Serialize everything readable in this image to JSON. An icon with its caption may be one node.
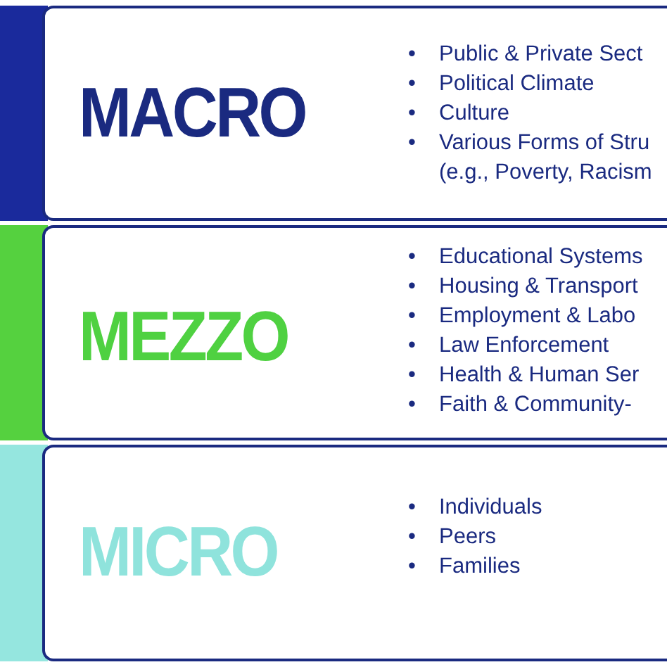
{
  "diagram": {
    "nodes": [
      {
        "text": [
          "MACRO",
          "•\tPublic & Private Sect",
          "•\tPolitical Climate",
          "•\tCulture",
          "•\tVarious Forms of Stru (e.g., Poverty, Racism"
        ]
      },
      {
        "text": [
          "MEZZO",
          "•\tEducational Systems",
          "•\tHousing & Transport",
          "•\tEmployment & Labo",
          "•\tLaw Enforcement",
          "•\tHealth & Human Ser",
          "•\tFaith & Community-"
        ]
      },
      {
        "text": [
          "MICRO",
          "•\tIndividuals",
          "•\tPeers",
          "•\tFamilies"
        ]
      },
      {
        "text": [],
        "shape": "bar"
      },
      {
        "text": [],
        "shape": "bar"
      },
      {
        "text": [],
        "shape": "bar"
      }
    ]
  }
}
